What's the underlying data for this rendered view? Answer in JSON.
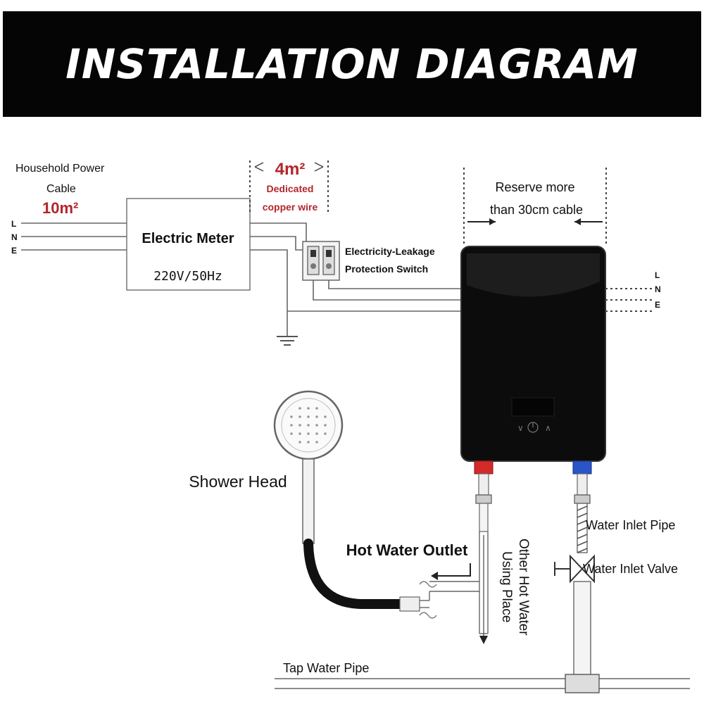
{
  "header": {
    "title": "INSTALLATION DIAGRAM"
  },
  "power": {
    "cable_line1": "Household Power",
    "cable_line2": "Cable",
    "cable_size": "10m²",
    "phase_labels": [
      "L",
      "N",
      "E"
    ]
  },
  "meter": {
    "title": "Electric Meter",
    "rating": "220V/50Hz"
  },
  "copper_wire": {
    "size": "4m²",
    "line1": "Dedicated",
    "line2": "copper wire"
  },
  "switch": {
    "line1": "Electricity-Leakage",
    "line2": "Protection Switch"
  },
  "reserve": {
    "line1": "Reserve more",
    "line2": "than 30cm cable"
  },
  "heater": {
    "terminal_labels": [
      "L",
      "N",
      "E"
    ],
    "accent_hot": "#d42a2a",
    "accent_cold": "#2a55c8",
    "body_color": "#0c0c0c"
  },
  "water": {
    "shower_head": "Shower Head",
    "hot_outlet": "Hot Water Outlet",
    "other_line1": "Other Hot Water",
    "other_line2": "Using Place",
    "inlet_pipe": "Water Inlet Pipe",
    "inlet_valve": "Water Inlet Valve",
    "tap_pipe": "Tap Water Pipe"
  }
}
